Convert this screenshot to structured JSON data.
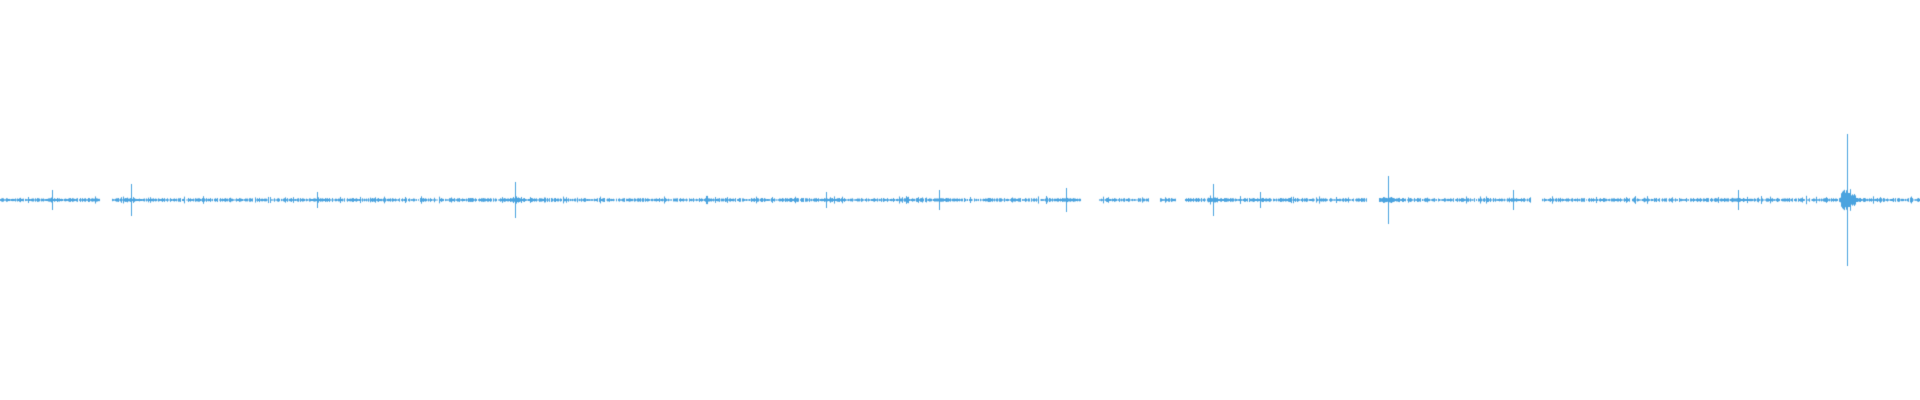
{
  "waveform": {
    "color": "#4aa3df",
    "background": "#ffffff",
    "gaps": [
      [
        0.052,
        0.058
      ],
      [
        0.067,
        0.072
      ],
      [
        0.563,
        0.572
      ],
      [
        0.598,
        0.604
      ],
      [
        0.612,
        0.617
      ],
      [
        0.712,
        0.718
      ],
      [
        0.797,
        0.803
      ]
    ],
    "spikes": [
      {
        "pos": 0.027,
        "amp": 0.05
      },
      {
        "pos": 0.068,
        "amp": 0.08
      },
      {
        "pos": 0.165,
        "amp": 0.04
      },
      {
        "pos": 0.268,
        "amp": 0.09
      },
      {
        "pos": 0.43,
        "amp": 0.04
      },
      {
        "pos": 0.489,
        "amp": 0.05
      },
      {
        "pos": 0.555,
        "amp": 0.06
      },
      {
        "pos": 0.632,
        "amp": 0.08
      },
      {
        "pos": 0.656,
        "amp": 0.04
      },
      {
        "pos": 0.723,
        "amp": 0.12
      },
      {
        "pos": 0.788,
        "amp": 0.05
      },
      {
        "pos": 0.905,
        "amp": 0.05
      },
      {
        "pos": 0.962,
        "amp": 0.33
      }
    ]
  }
}
